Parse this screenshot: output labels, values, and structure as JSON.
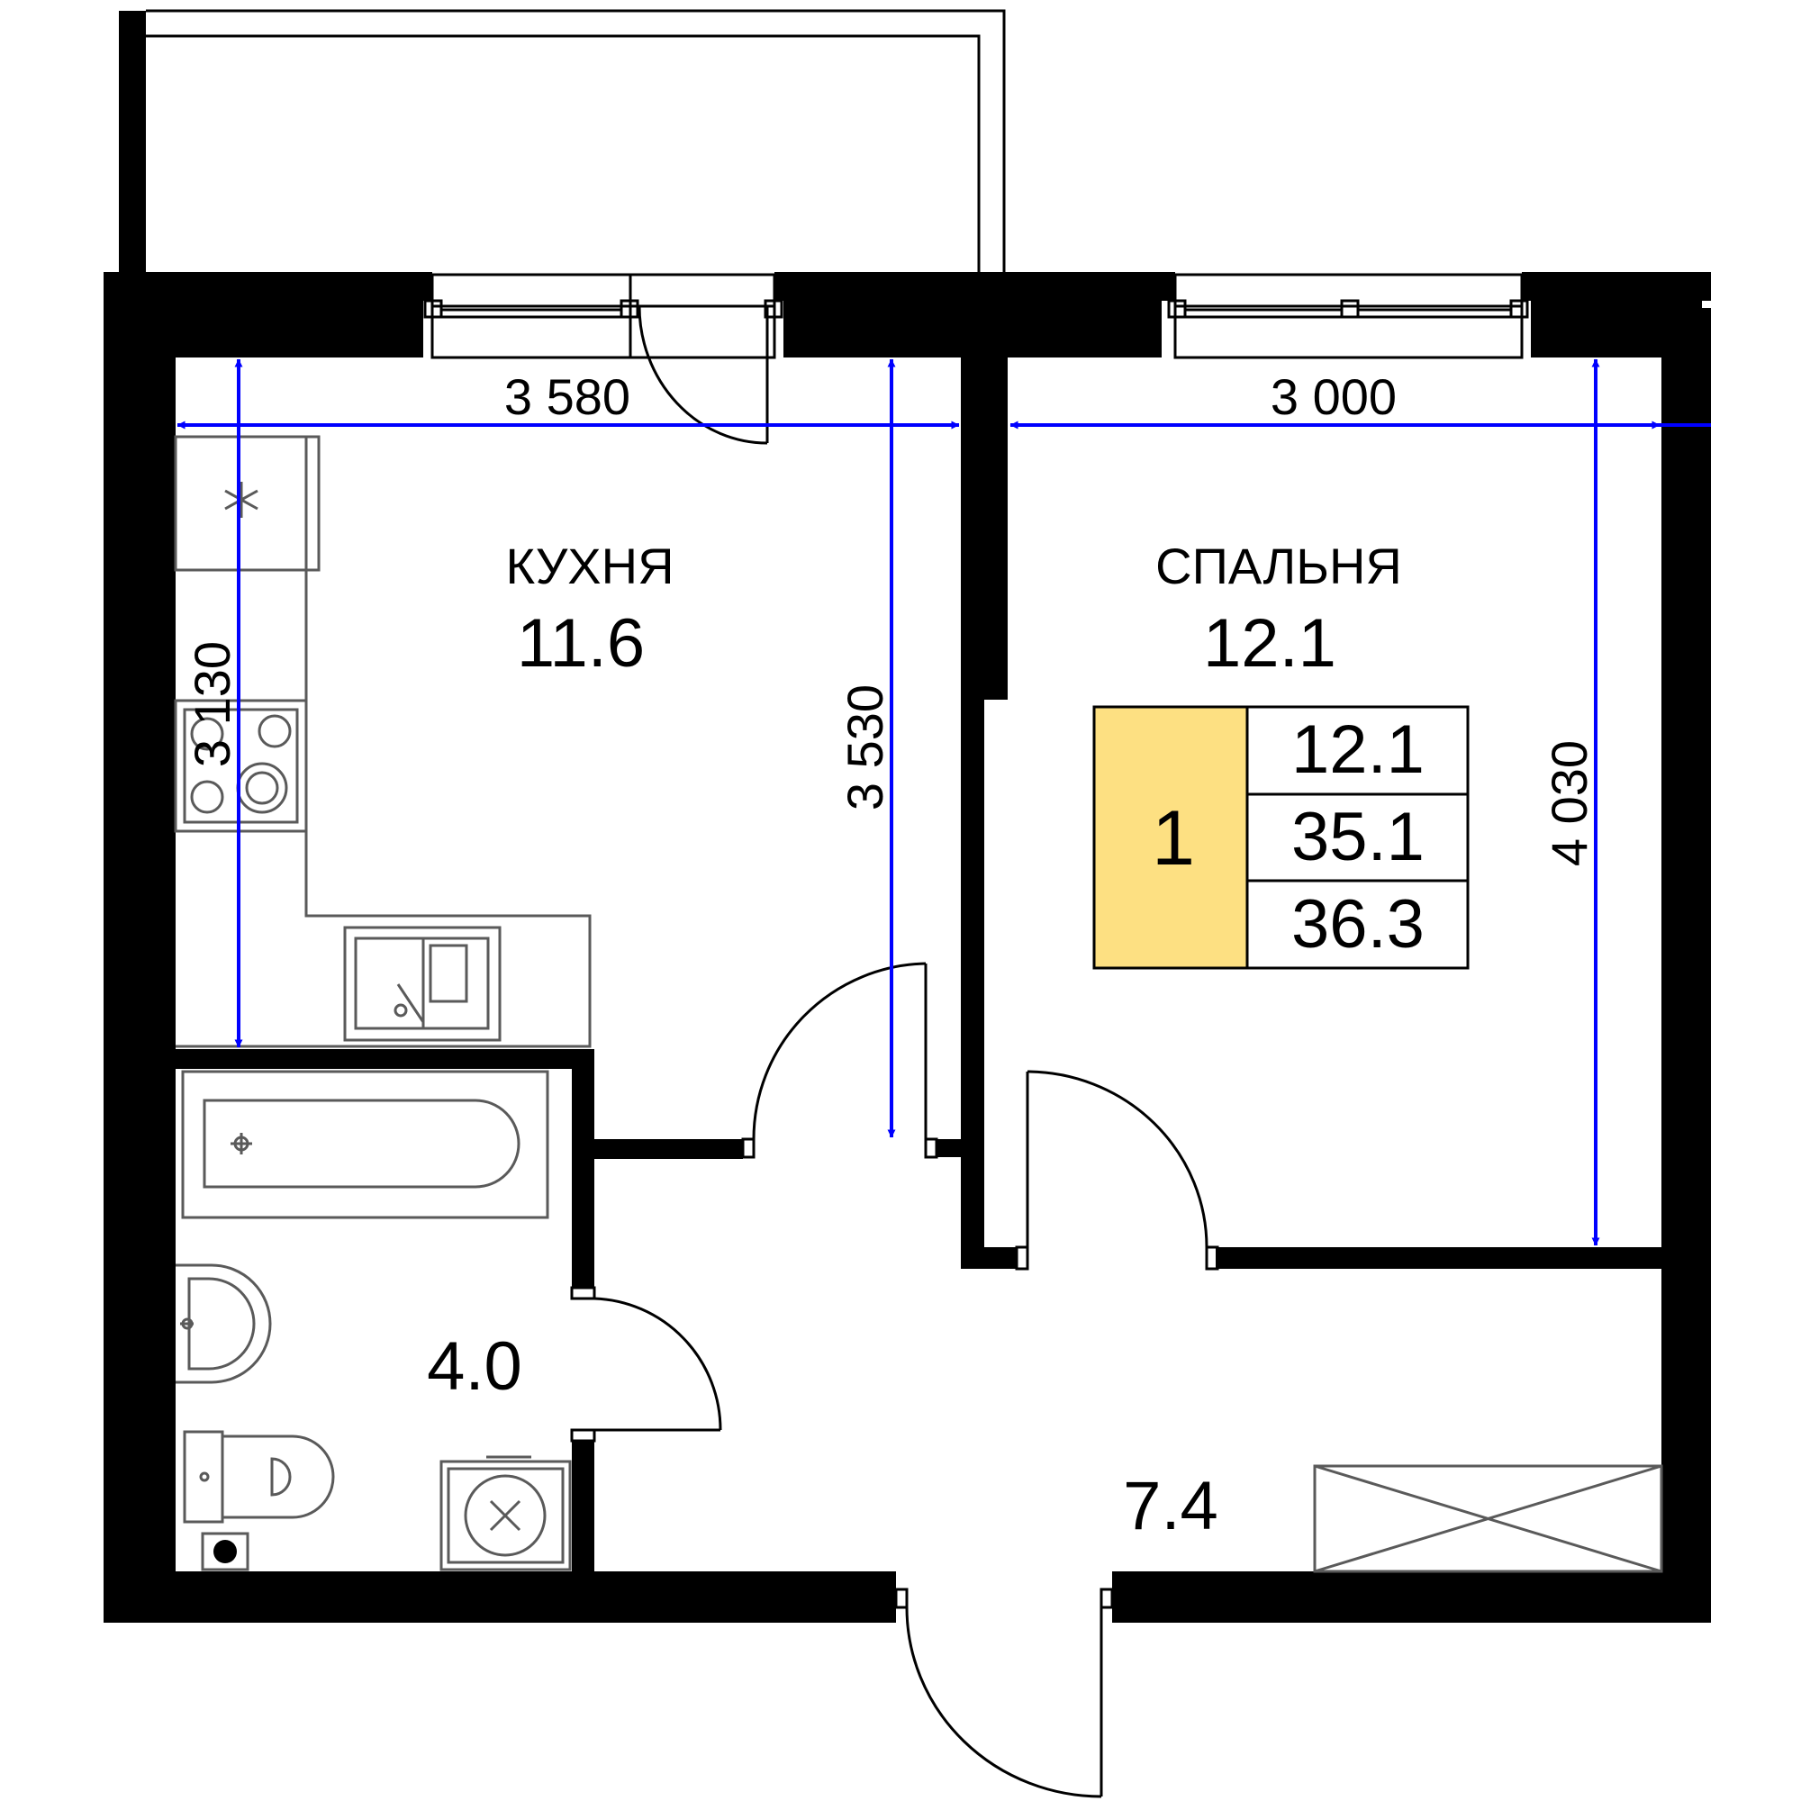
{
  "rooms": {
    "kitchen": {
      "name": "КУХНЯ",
      "area": "11.6"
    },
    "bedroom": {
      "name": "СПАЛЬНЯ",
      "area": "12.1"
    },
    "bathroom": {
      "area": "4.0"
    },
    "hallway": {
      "area": "7.4"
    }
  },
  "dimensions": {
    "kitchen_width": "3 580",
    "bedroom_width": "3 000",
    "kitchen_depth_left": "3 130",
    "kitchen_depth_right": "3 530",
    "bedroom_depth": "4 030"
  },
  "summary_table": {
    "rooms_count": "1",
    "living_area": "12.1",
    "total_area": "35.1",
    "total_area_with_balcony": "36.3",
    "highlight_color": "#fde082"
  },
  "colors": {
    "walls": "#000000",
    "dimension_lines": "#0000ff",
    "fixtures": "#5a5a5a"
  }
}
